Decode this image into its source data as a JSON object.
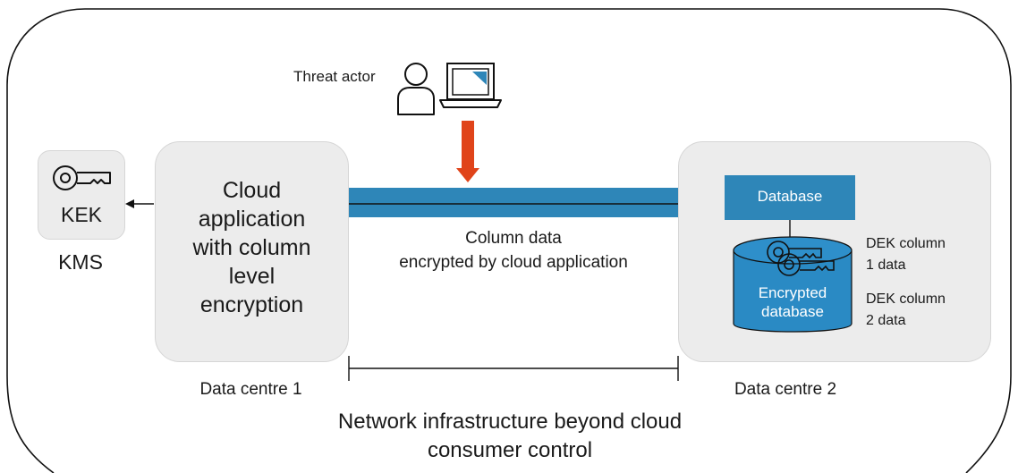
{
  "threat_actor": {
    "label": "Threat actor"
  },
  "kms": {
    "key_label": "KEK",
    "caption": "KMS"
  },
  "data_centre_1": {
    "title_lines": [
      "Cloud",
      "application",
      "with column",
      "level",
      "encryption"
    ],
    "caption": "Data centre 1"
  },
  "channel": {
    "label_line1": "Column data",
    "label_line2": "encrypted by cloud application"
  },
  "data_centre_2": {
    "database_label": "Database",
    "encrypted_db_line1": "Encrypted",
    "encrypted_db_line2": "database",
    "dek1_line1": "DEK column",
    "dek1_line2": "1 data",
    "dek2_line1": "DEK column",
    "dek2_line2": "2 data",
    "caption": "Data centre 2"
  },
  "network": {
    "label_line1": "Network infrastructure beyond cloud",
    "label_line2": "consumer control"
  },
  "colors": {
    "box_fill": "#ececec",
    "channel_blue": "#2e86b8",
    "database_blue": "#2e86b8",
    "cylinder_blue": "#2a8ac4",
    "arrow_orange": "#e0441a",
    "line": "#222222"
  },
  "icons": [
    "person-icon",
    "laptop-icon",
    "key-icon",
    "keys-icon",
    "cylinder-icon"
  ]
}
